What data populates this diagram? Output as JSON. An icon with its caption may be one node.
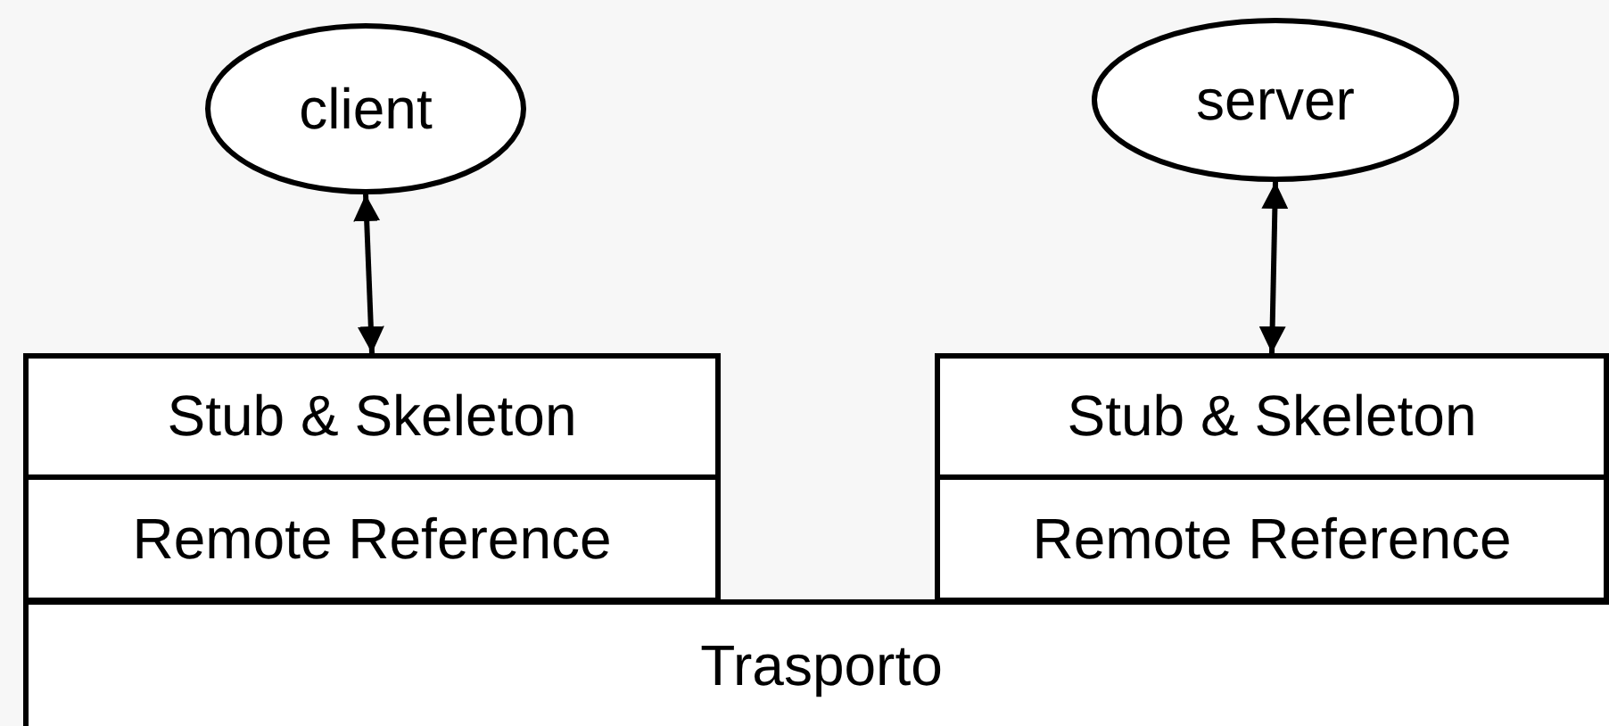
{
  "diagram": {
    "nodes": [
      {
        "text": [
          "client"
        ]
      },
      {
        "text": [
          "server"
        ]
      },
      {
        "text": [
          "Stub & Skeleton"
        ]
      },
      {
        "text": [
          "Remote Reference"
        ]
      },
      {
        "text": [
          "Stub & Skeleton"
        ]
      },
      {
        "text": [
          "Remote Reference"
        ]
      },
      {
        "text": [
          "Trasporto"
        ]
      }
    ],
    "edges": [
      {
        "from": 0,
        "to": 2,
        "arrow": "both"
      },
      {
        "from": 1,
        "to": 4,
        "arrow": "both"
      }
    ]
  }
}
